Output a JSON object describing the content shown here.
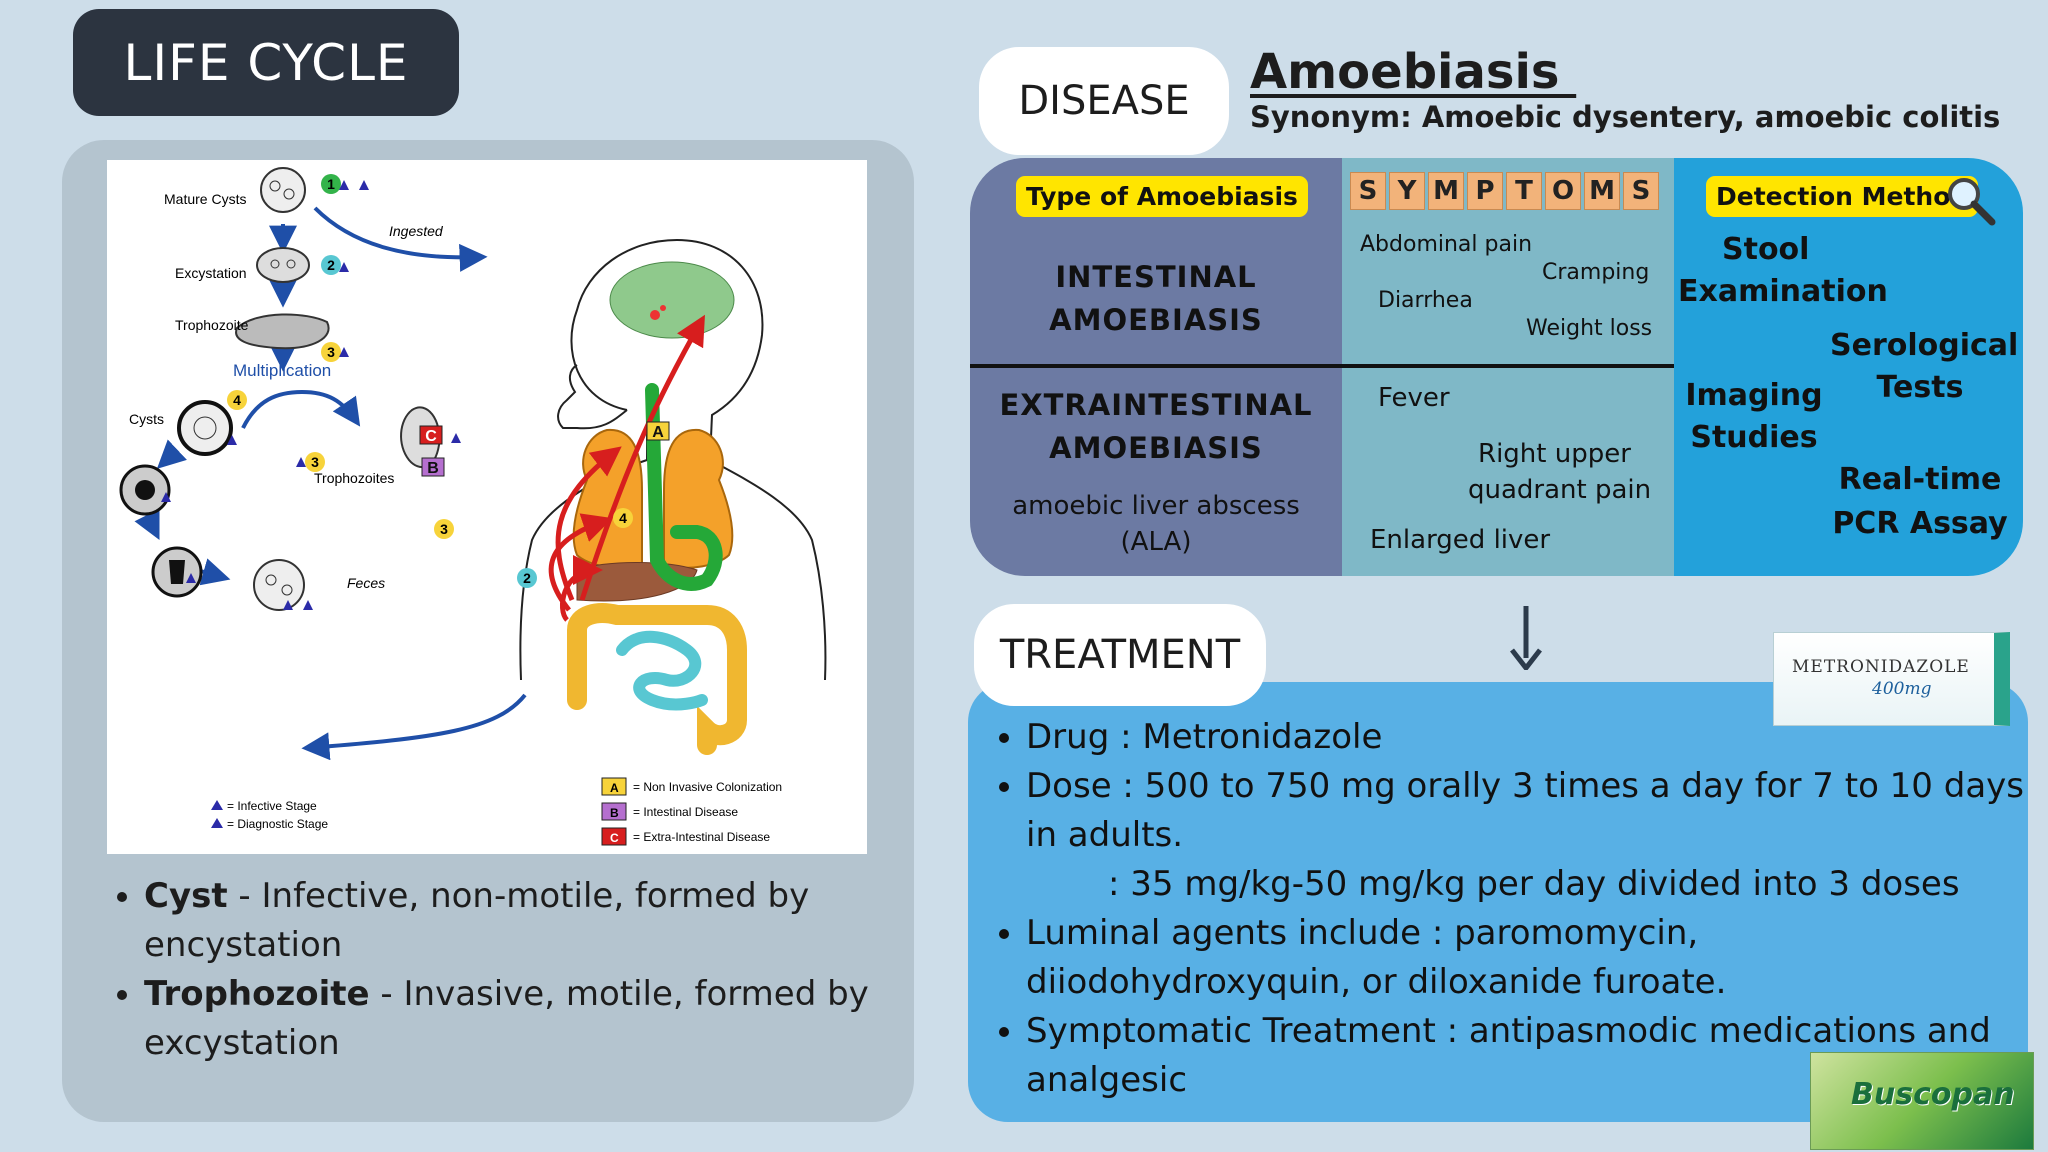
{
  "life_cycle": {
    "title": "LIFE CYCLE",
    "figure": {
      "labels": {
        "mature_cysts": "Mature Cysts",
        "ingested": "Ingested",
        "excystation": "Excystation",
        "trophozoite": "Trophozoite",
        "multiplication": "Multiplication",
        "cysts": "Cysts",
        "trophozoites": "Trophozoites",
        "feces": "Feces"
      },
      "stage_numbers": [
        "1",
        "2",
        "3",
        "4"
      ],
      "markers": {
        "infective": "i",
        "diagnostic": "d"
      },
      "letters": [
        "A",
        "B",
        "C"
      ],
      "legend_left": [
        {
          "symbol": "i",
          "text": "= Infective Stage"
        },
        {
          "symbol": "d",
          "text": "= Diagnostic Stage"
        }
      ],
      "legend_right": [
        {
          "key": "A",
          "text": "= Non Invasive Colonization"
        },
        {
          "key": "B",
          "text": "= Intestinal Disease"
        },
        {
          "key": "C",
          "text": "= Extra-Intestinal Disease"
        }
      ]
    },
    "bullets": [
      {
        "term": "Cyst",
        "text": " - Infective, non-motile, formed by encystation"
      },
      {
        "term": "Trophozoite",
        "text": " - Invasive, motile, formed by excystation"
      }
    ]
  },
  "disease": {
    "label": "DISEASE",
    "name": "Amoebiasis ",
    "synonym": "Synonym: Amoebic dysentery, amoebic colitis"
  },
  "table": {
    "type_header": "Type of Amoebiasis",
    "symptoms_tiles": [
      "S",
      "Y",
      "M",
      "P",
      "T",
      "O",
      "M",
      "S"
    ],
    "detection_header": "Detection Method",
    "intestinal": {
      "line1": "INTESTINAL",
      "line2": "AMOEBIASIS",
      "symptoms": [
        "Abdominal pain",
        "Cramping",
        "Diarrhea",
        "Weight loss"
      ]
    },
    "extraintestinal": {
      "line1": "EXTRAINTESTINAL",
      "line2": "AMOEBIASIS",
      "sub1": "amoebic liver abscess",
      "sub2": "(ALA)",
      "symptoms": [
        "Fever",
        "Right upper",
        "quadrant pain",
        "Enlarged liver"
      ]
    },
    "detection": {
      "stool1": "Stool",
      "stool2": "Examination",
      "sero1": "Serological",
      "sero2": "Tests",
      "img1": "Imaging",
      "img2": "Studies",
      "pcr1": "Real-time",
      "pcr2": "PCR Assay"
    }
  },
  "treatment": {
    "label": "TREATMENT",
    "drug": "Drug : Metronidazole",
    "dose": "Dose : 500 to 750 mg orally 3 times a day for 7 to 10    days in adults.",
    "dose_child": ": 35 mg/kg-50 mg/kg per day divided into 3 doses",
    "luminal": " Luminal agents include :  paromomycin, diiodohydroxyquin, or diloxanide furoate.",
    "symptomatic": "Symptomatic Treatment : antipasmodic medications and analgesic",
    "metronidazole_box": {
      "name": "METRONIDAZOLE",
      "dose": "400mg"
    },
    "buscopan_box": {
      "name": "Buscopan"
    }
  },
  "colors": {
    "dark": "#2c3440",
    "type_col": "#6c7aa3",
    "symptom_col": "#7fb8c7",
    "detection_col": "#23a1da",
    "treatment_bg": "#58b0e5",
    "highlight": "#ffe500"
  }
}
